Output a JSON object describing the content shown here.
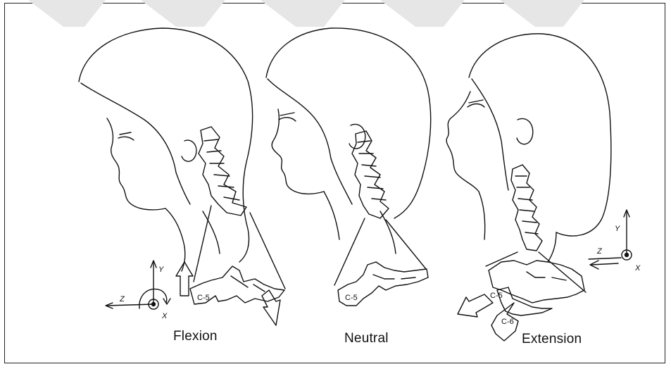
{
  "panels": [
    {
      "caption": "Flexion",
      "vertebra_labels": [
        "C-5"
      ],
      "axes": [
        "Y",
        "Z",
        "X"
      ]
    },
    {
      "caption": "Neutral",
      "vertebra_labels": [
        "C-5"
      ]
    },
    {
      "caption": "Extension",
      "vertebra_labels": [
        "C-5",
        "C-6"
      ],
      "axes": [
        "Y",
        "Z",
        "X"
      ]
    }
  ],
  "colors": {
    "line": "#111111",
    "watermark": "#e6e6e6",
    "background": "#ffffff"
  }
}
